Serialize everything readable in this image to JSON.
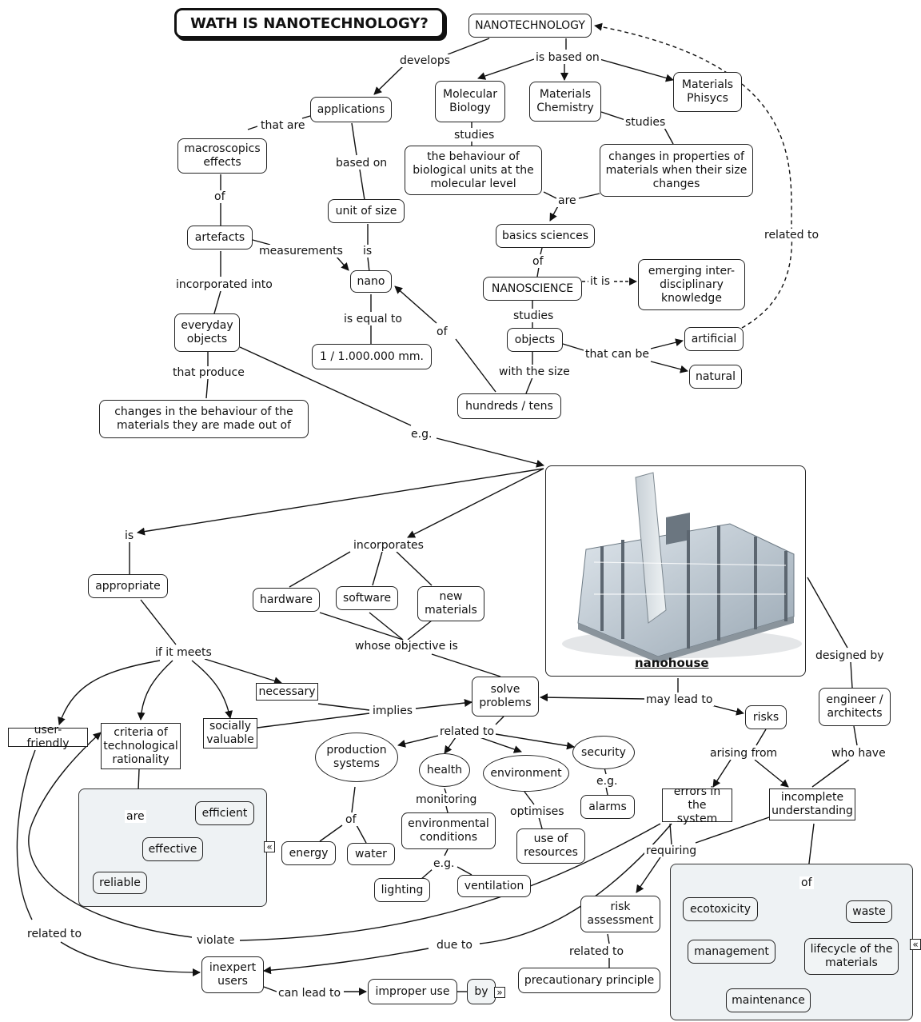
{
  "title": "WATH IS NANOTECHNOLOGY?",
  "nodes": {
    "nanotechnology": "NANOTECHNOLOGY",
    "applications": "applications",
    "molecular_biology": "Molecular Biology",
    "materials_chemistry": "Materials Chemistry",
    "materials_physics": "Materials Phisycs",
    "macroscopic_effects": "macroscopics effects",
    "biological_behaviour": "the behaviour of biological units at the molecular level",
    "property_changes": "changes in properties of materials when their size changes",
    "unit_of_size": "unit of size",
    "artefacts": "artefacts",
    "basic_sciences": "basics sciences",
    "nano": "nano",
    "nanoscience": "NANOSCIENCE",
    "emerging_knowledge": "emerging inter-disciplinary knowledge",
    "everyday_objects": "everyday objects",
    "objects": "objects",
    "artificial": "artificial",
    "natural": "natural",
    "one_millionth_mm": "1 / 1.000.000 mm.",
    "hundreds_tens": "hundreds / tens",
    "behaviour_changes": "changes in the behaviour of the materials they are made out of",
    "nanohouse": "nanohouse",
    "appropriate": "appropriate",
    "hardware": "hardware",
    "software": "software",
    "new_materials": "new materials",
    "necessary": "necessary",
    "solve_problems": "solve problems",
    "engineer_architects": "engineer / architects",
    "risks": "risks",
    "user_friendly": "user-friendly",
    "criteria": "criteria of technological rationality",
    "socially_valuable": "socially valuable",
    "production_systems": "production systems",
    "health": "health",
    "environment": "environment",
    "security": "security",
    "errors_system": "errors in the system",
    "incomplete_understanding": "incomplete understanding",
    "alarms": "alarms",
    "efficient": "efficient",
    "effective": "effective",
    "reliable": "reliable",
    "environmental_conditions": "environmental conditions",
    "use_of_resources": "use of resources",
    "energy": "energy",
    "water": "water",
    "lighting": "lighting",
    "ventilation": "ventilation",
    "risk_assessment": "risk assessment",
    "ecotoxicity": "ecotoxicity",
    "waste": "waste",
    "management": "management",
    "lifecycle": "lifecycle of the materials",
    "maintenance": "maintenance",
    "precautionary_principle": "precautionary principle",
    "inexpert_users": "inexpert users",
    "improper_use": "improper use",
    "by": "by"
  },
  "links": {
    "develops": "develops",
    "is_based_on": "is based on",
    "that_are": "that are",
    "studies_1": "studies",
    "studies_2": "studies",
    "based_on": "based on",
    "of_1": "of",
    "are_1": "are",
    "related_to_1": "related to",
    "measurements": "measurements",
    "is": "is",
    "of_2": "of",
    "incorporated_into": "incorporated into",
    "it_is": "it is",
    "studies_3": "studies",
    "is_equal_to": "is equal to",
    "of_3": "of",
    "that_can_be": "that can be",
    "that_produce": "that produce",
    "with_the_size": "with the size",
    "eg_1": "e.g.",
    "is_2": "is",
    "incorporates": "incorporates",
    "whose_objective_is": "whose objective is",
    "if_it_meets": "if it meets",
    "designed_by": "designed by",
    "implies": "implies",
    "may_lead_to": "may lead to",
    "related_to_2": "related to",
    "arising_from": "arising from",
    "who_have": "who have",
    "eg_2": "e.g.",
    "monitoring": "monitoring",
    "optimises": "optimises",
    "are_2": "are",
    "of_4": "of",
    "requiring": "requiring",
    "eg_3": "e.g.",
    "of_5": "of",
    "violate": "violate",
    "related_to_3": "related to",
    "due_to": "due to",
    "related_to_4": "related to",
    "can_lead_to": "can lead to"
  },
  "expanders": {
    "collapse_1": "«",
    "collapse_2": "«",
    "expand_1": "»"
  }
}
